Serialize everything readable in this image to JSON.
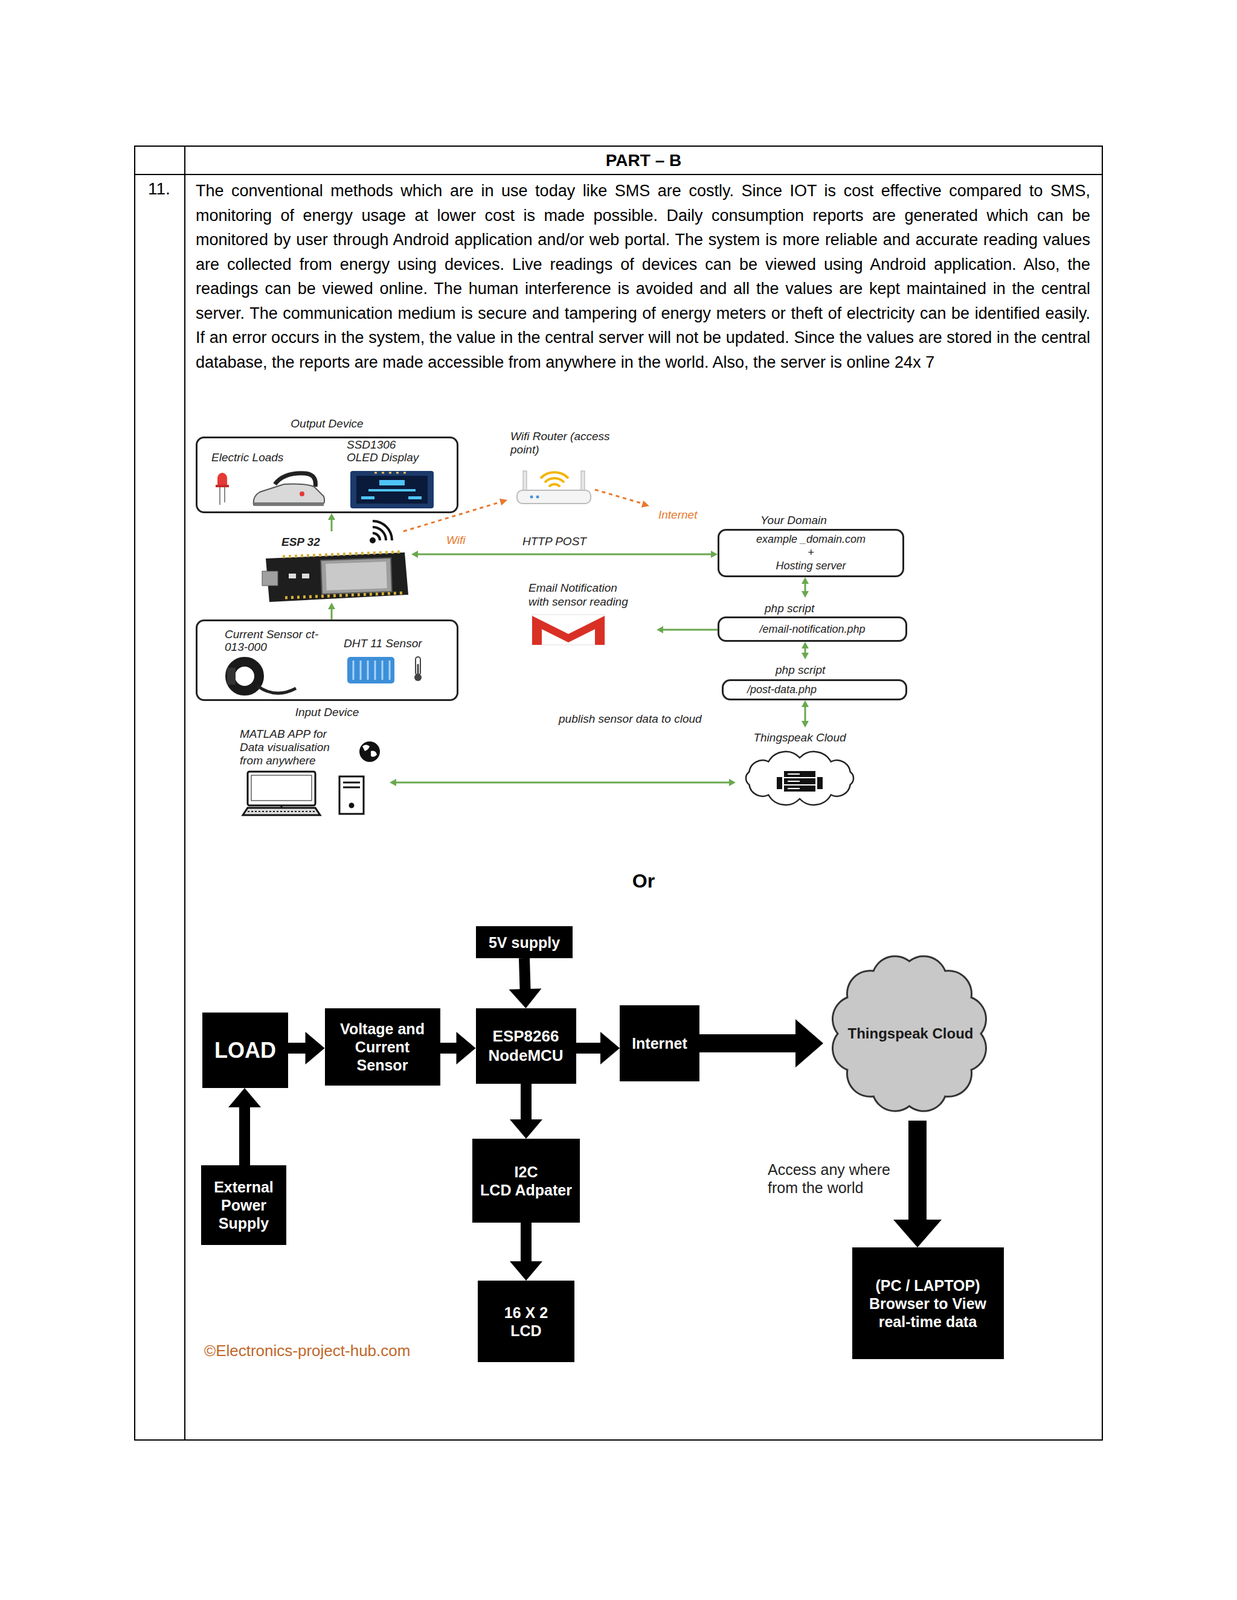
{
  "diagram": {
    "nodes": [
      {
        "text": [
          "Output Device",
          "Electric Loads",
          "SSD1306 OLED Display"
        ]
      },
      {
        "text": [
          "ESP 32"
        ]
      },
      {
        "text": [
          "Wifi Router (access point)"
        ]
      },
      {
        "text": [
          "Your Domain",
          "example _domain.com",
          "+",
          "Hosting server"
        ]
      },
      {
        "text": [
          "Email Notification with sensor reading"
        ]
      },
      {
        "text": [
          "php script",
          "/email-notification.php"
        ]
      },
      {
        "text": [
          "php script",
          "/post-data.php"
        ]
      },
      {
        "text": [
          "Thingspeak Cloud"
        ]
      },
      {
        "text": [
          "MATLAB APP for Data visualisation from anywhere"
        ]
      },
      {
        "text": [
          "Current Sensor ct-013-000",
          "DHT 11 Sensor",
          "Input Device"
        ]
      },
      {
        "text": [
          "5V supply"
        ]
      },
      {
        "text": [
          "LOAD"
        ]
      },
      {
        "text": [
          "Voltage and Current Sensor"
        ]
      },
      {
        "text": [
          "ESP8266 NodeMCU"
        ]
      },
      {
        "text": [
          "Internet"
        ]
      },
      {
        "text": [
          "Thingspeak Cloud"
        ]
      },
      {
        "text": [
          "External Power Supply"
        ]
      },
      {
        "text": [
          "I2C",
          "LCD Adpater"
        ]
      },
      {
        "text": [
          "16 X 2 LCD"
        ]
      },
      {
        "text": [
          "(PC / LAPTOP) Browser to View real-time data"
        ]
      }
    ],
    "edges": [
      {
        "from": 1,
        "to": 0,
        "arrow": "to"
      },
      {
        "from": 9,
        "to": 1,
        "arrow": "to"
      },
      {
        "from": 1,
        "to": 3,
        "label": "HTTP POST",
        "arrow": "both"
      },
      {
        "from": 1,
        "to": 2,
        "label": "Wifi",
        "arrow": "to"
      },
      {
        "from": 3,
        "to": 5,
        "arrow": "both"
      },
      {
        "from": 5,
        "to": 4,
        "arrow": "to"
      },
      {
        "from": 5,
        "to": 6,
        "arrow": "both"
      },
      {
        "from": 6,
        "to": 7,
        "label": "publish sensor data to cloud",
        "arrow": "both"
      },
      {
        "from": 8,
        "to": 7,
        "arrow": "both"
      },
      {
        "from": 10,
        "to": 13,
        "arrow": "to"
      },
      {
        "from": 11,
        "to": 12,
        "arrow": "to"
      },
      {
        "from": 12,
        "to": 13,
        "arrow": "to"
      },
      {
        "from": 13,
        "to": 14,
        "arrow": "to"
      },
      {
        "from": 14,
        "to": 15,
        "arrow": "to"
      },
      {
        "from": 16,
        "to": 11,
        "arrow": "to"
      },
      {
        "from": 13,
        "to": 17,
        "arrow": "to"
      },
      {
        "from": 17,
        "to": 18,
        "arrow": "to"
      },
      {
        "from": 15,
        "to": 19,
        "label": "Access any where from the world",
        "arrow": "to"
      }
    ],
    "labels": [
      "PART – B",
      "11.",
      "The conventional methods which are in use today like SMS are costly. Since IOT is cost effective compared to SMS, monitoring of energy usage at lower cost is made possible. Daily consumption reports are generated which can be monitored by user through Android application and/or web portal. The system is more reliable and accurate reading values are collected from energy using devices. Live readings of devices can be viewed using Android application. Also, the readings can be viewed online. The human interference is avoided and all the values are kept maintained in the central server. The communication medium is secure and tampering of energy meters or theft of electricity can be identified easily. If an error occurs in the system, the value in the central server will not be updated. Since the values are stored in the central database, the reports are made accessible from anywhere in the world. Also, the server is online 24x 7",
      "Internet",
      "Or",
      "©Electronics-project-hub.com"
    ]
  }
}
